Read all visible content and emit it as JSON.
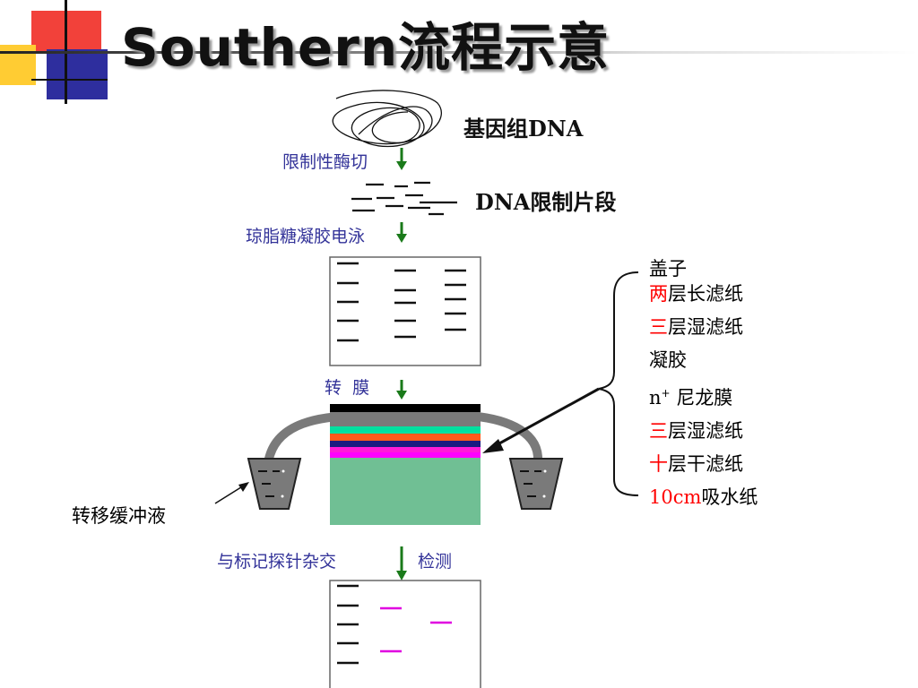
{
  "title": "Southern流程示意",
  "labels": {
    "genomic_dna": "基因组DNA",
    "restriction_digest": "限制性酶切",
    "dna_fragments": "DNA限制片段",
    "electrophoresis": "琼脂糖凝胶电泳",
    "transfer": "转  膜",
    "transfer_buffer": "转移缓冲液",
    "hybridize": "与标记探针杂交",
    "detect": "检测"
  },
  "stack_layers": [
    {
      "prefix": "",
      "text": "盖子"
    },
    {
      "prefix": "两",
      "text": "层长滤纸"
    },
    {
      "prefix": "三",
      "text": "层湿滤纸"
    },
    {
      "prefix": "",
      "text": "凝胶"
    },
    {
      "prefix": "",
      "text": " 尼龙膜",
      "base": "n",
      "sup": "+"
    },
    {
      "prefix": "三",
      "text": "层湿滤纸"
    },
    {
      "prefix": "十",
      "text": "层干滤纸"
    },
    {
      "prefix": "10cm",
      "text": "吸水纸"
    }
  ],
  "colors": {
    "arrow_green": "#1a7a1a",
    "step_text": "#333399",
    "highlight_red": "#ff0000",
    "gel_green": "#70bf94",
    "probe_magenta": "#e000e0",
    "layer_cyan": "#00e0a0",
    "layer_orange": "#ff5a1a",
    "layer_navy": "#1a1a80",
    "layer_magenta": "#ff1ad8",
    "tray_gray": "#7a7a7a"
  }
}
